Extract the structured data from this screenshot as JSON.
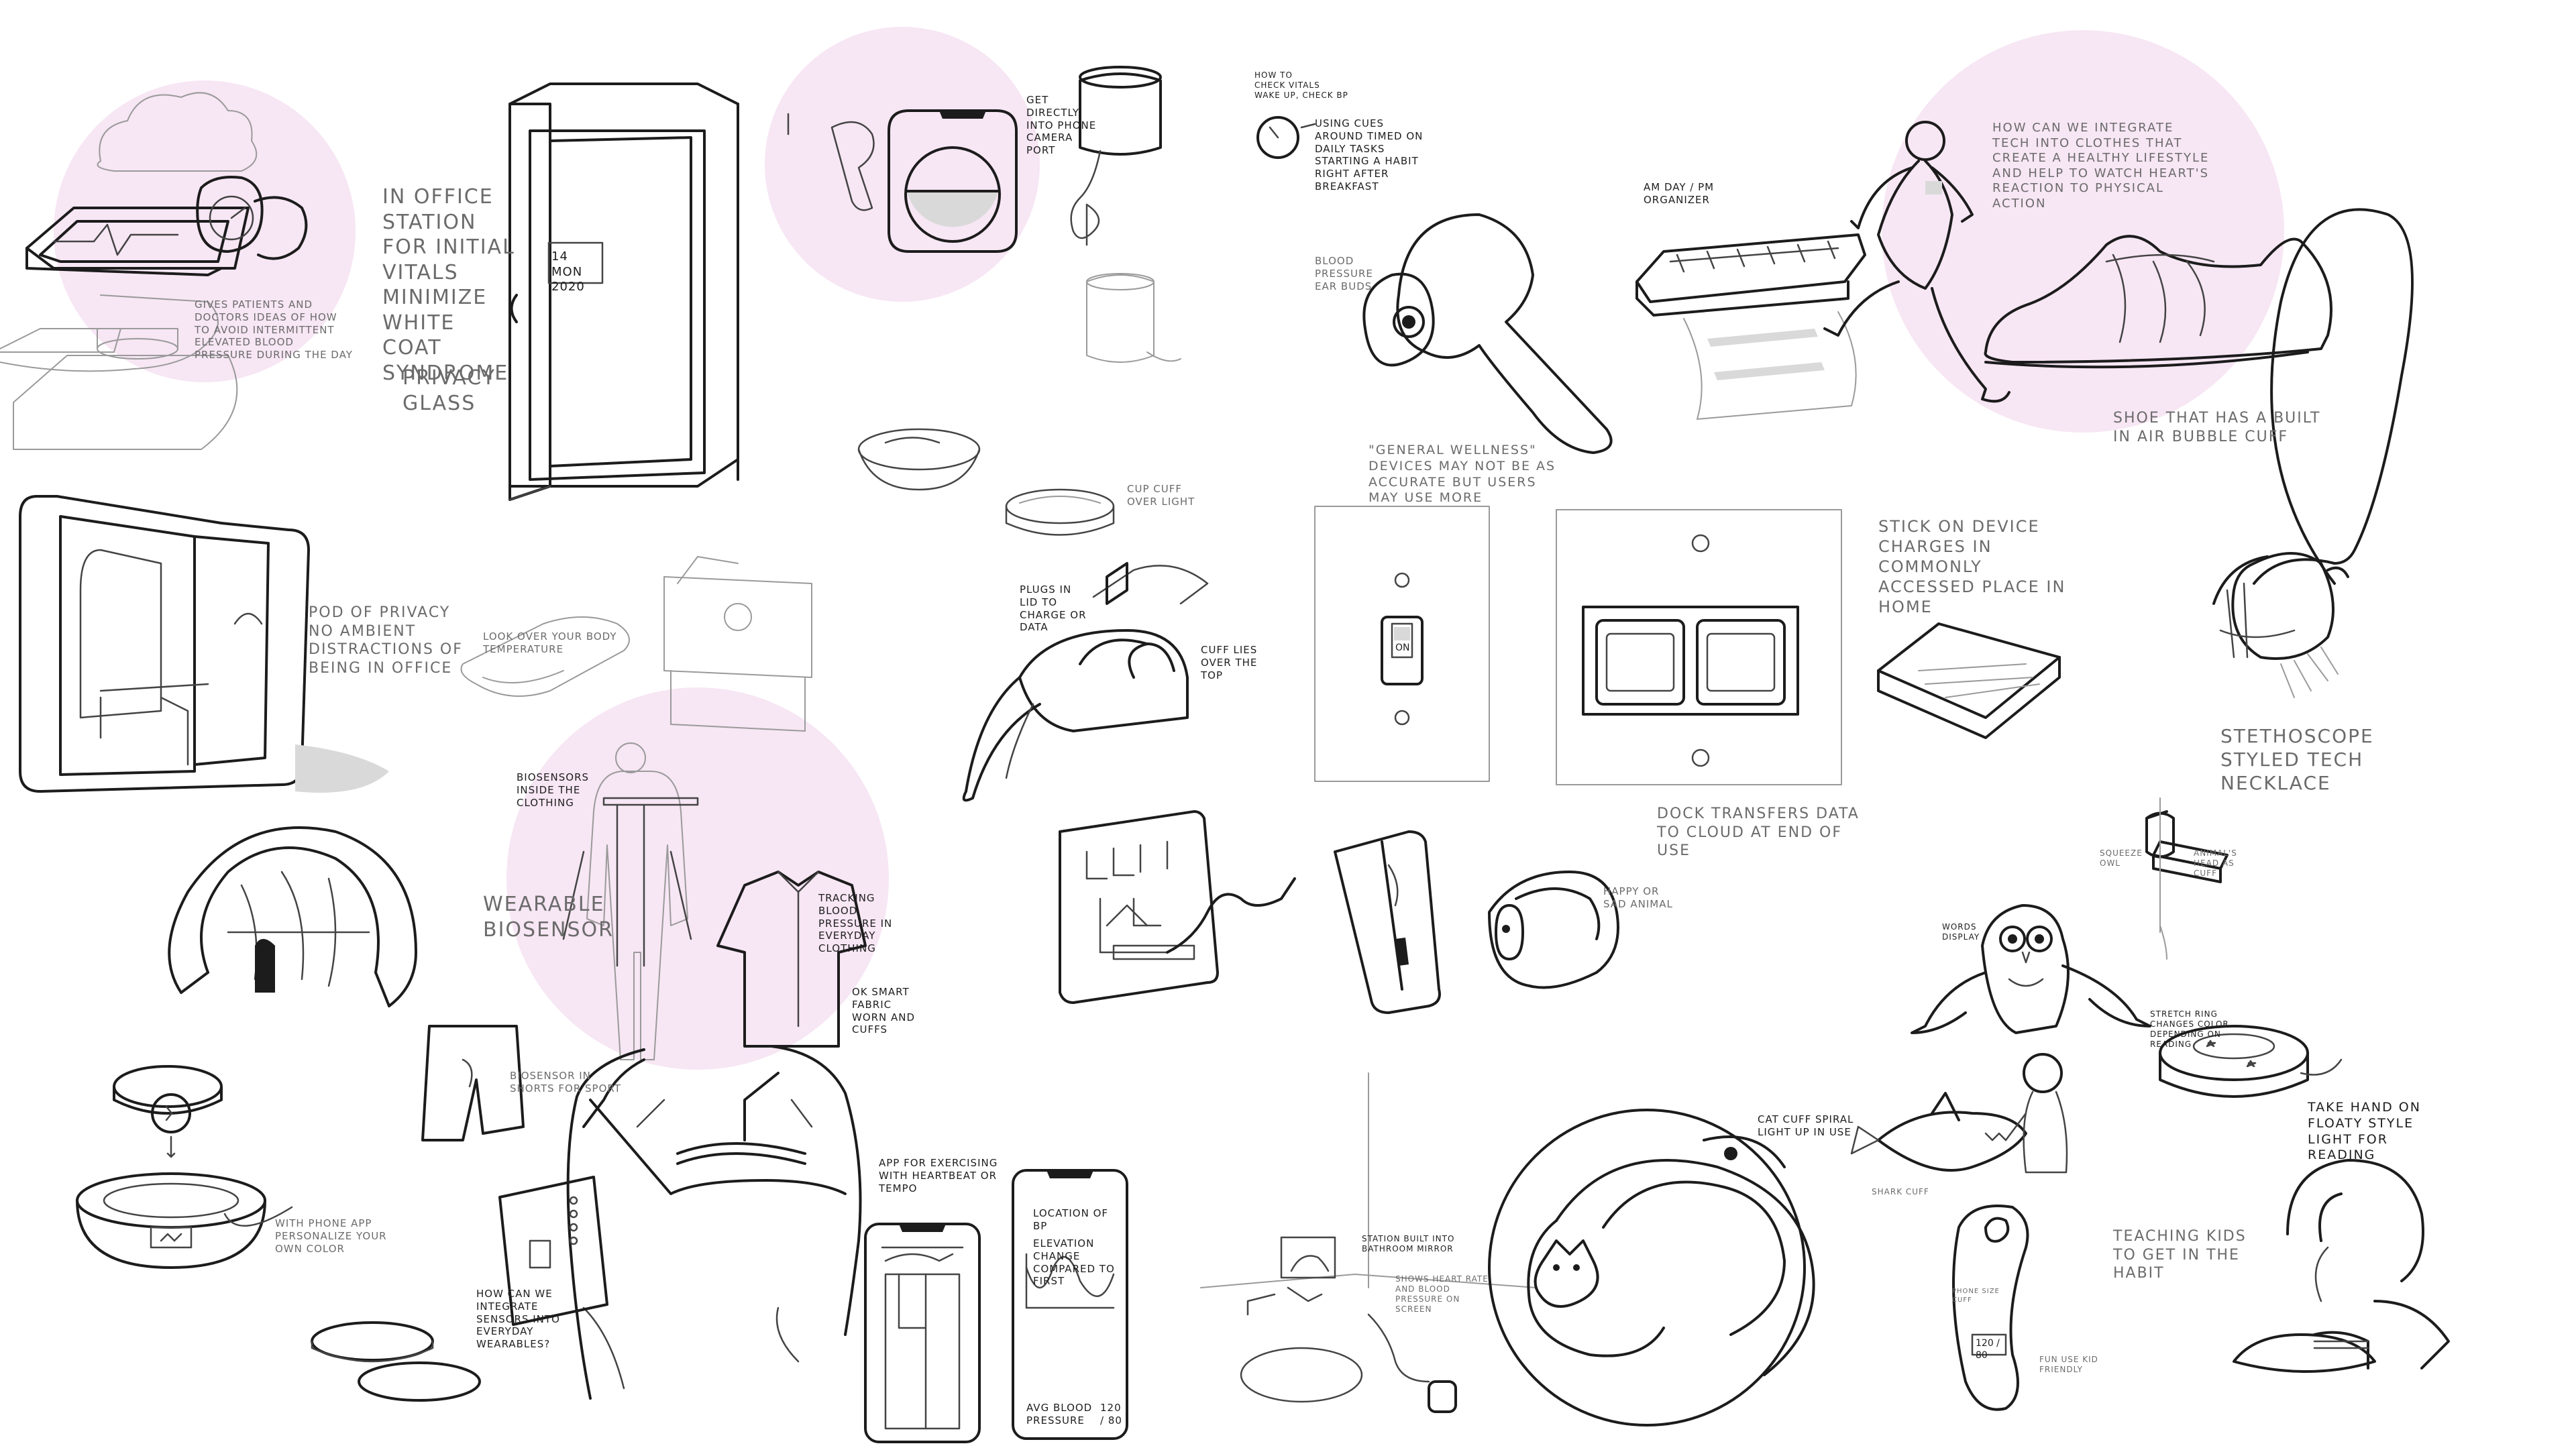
{
  "background_color": "#ffffff",
  "highlight_color": "#f7e6f4",
  "ink_color": "#1c1c1c",
  "notes": {
    "bp_device": "Gives patients and doctors ideas of how to avoid intermittent elevated blood pressure during the day",
    "in_office": "In office station for initial vitals minimize white coat syndrome",
    "privacy_glass": "Privacy glass",
    "booth_time": "14 Mon 2020",
    "pod_privacy": "Pod of privacy\nno ambient distractions of being in office",
    "sink_note": "Look over your body temperature",
    "phone_note": "Get directly into phone camera port",
    "alarm_note": "How to check vitals",
    "alarm_sub": "Wake up, check bp",
    "alarm_detail": "Using cues around timed on daily tasks starting a habit right after breakfast",
    "earbud_note": "Blood pressure ear buds",
    "general_wellness": "\"General wellness\" devices may not be as accurate but users may use more",
    "pill_organizer": "Am day / pm organizer",
    "clothes_q": "How can we integrate tech into clothes that create a healthy lifestyle and help to watch heart's reaction to physical action",
    "shoe_note": "Shoe that has a built in air bubble cuff",
    "stick_on": "Stick on device charges in commonly accessed place in home",
    "switch_label": "ON",
    "dock_transfer": "Dock transfers data to cloud at end of use",
    "stethoscope": "Stethoscope styled tech necklace",
    "cuff_note": "Cuff lies over the top",
    "plug_note": "Plugs in lid to charge or data",
    "cup_note": "Cup cuff over light",
    "biosensor_skeleton": "Biosensors inside the clothing",
    "wearable_biosensor": "Wearable biosensor",
    "tracking_bp": "Tracking blood pressure in everyday clothing",
    "smart_fabric": "Ok smart fabric worn and cuffs",
    "shorts_note": "Biosensor in shorts for sport",
    "integrate_q": "How can we integrate sensors into everyday wearables?",
    "ring_dock": "With phone app personalize your own color",
    "app_title": "App for exercising with heartbeat or tempo",
    "app_location": "Location of bp",
    "app_elevation": "Elevation change compared to first",
    "app_bp": "Avg blood pressure",
    "app_bp_value": "120 / 80",
    "bathroom_note": "Station built into bathroom mirror",
    "bathroom_note2": "Shows heart rate and blood pressure on screen",
    "watch_note": "Happy or sad animal",
    "cat_cuff": "Cat cuff spiral light up in use",
    "owl_note": "Words display",
    "owl_note2": "Squeeze owl",
    "lamp_note": "Animal's head as cuff",
    "shark_note": "Shark cuff",
    "lamp_note2": "Stretch ring changes color depending on reading",
    "kid_lamp": "Take hand on floaty style light for reading",
    "teach_kids": "Teaching kids to get in the habit",
    "phone_cuff": "Phone size cuff",
    "phone_cuff_reading": "120 / 80",
    "phone_cuff_note": "Fun use kid friendly",
    "icons": [
      "blood-pressure-monitor-icon",
      "smartwatch-icon",
      "privacy-booth-icon",
      "smart-cup-icon",
      "ear-bud-icon",
      "pill-organizer-icon",
      "runner-icon",
      "smart-shoe-icon",
      "light-switch-icon",
      "outlet-dock-icon",
      "stethoscope-necklace-icon",
      "bio-suit-icon",
      "shirt-icon",
      "ring-dock-icon",
      "phone-app-icon",
      "cat-ring-icon",
      "owl-plush-icon",
      "star-lamp-icon",
      "shark-toy-icon",
      "child-reading-icon"
    ]
  }
}
